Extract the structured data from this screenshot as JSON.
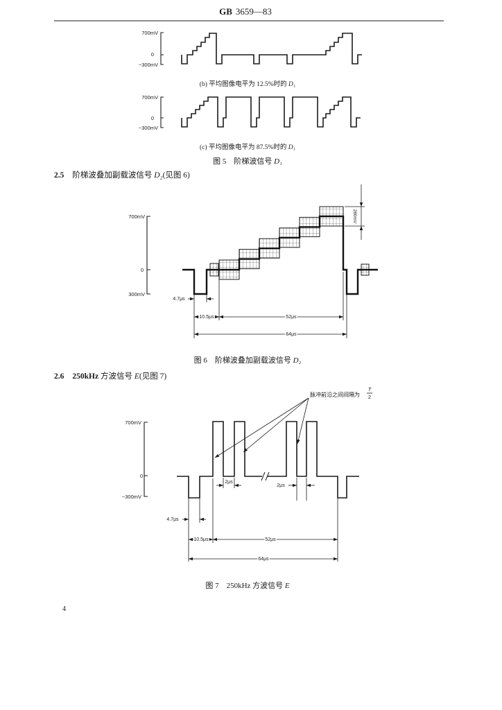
{
  "header": {
    "prefix": "GB",
    "number": "3659—83"
  },
  "figure5": {
    "panel_b": {
      "levels": {
        "white": "700mV",
        "zero": "0",
        "sync": "−300mV"
      },
      "caption": {
        "text": "(b) 平均图像电平为 12.5%时的 ",
        "symbol": "D₁"
      }
    },
    "panel_c": {
      "levels": {
        "white": "700mV",
        "zero": "0",
        "sync": "−300mV"
      },
      "caption": {
        "text": "(c) 平均图像电平为 87.5%时的 ",
        "symbol": "D₁"
      }
    },
    "title": {
      "text": "图 5　阶梯波信号 ",
      "symbol": "D₁"
    }
  },
  "section_2_5": {
    "number": "2.5",
    "title": "阶梯波叠加副载波信号 ",
    "symbol": "D₂",
    "reference": "(见图 6)"
  },
  "figure6": {
    "levels": {
      "white": "700mV",
      "zero": "0",
      "sync": "300mV"
    },
    "subcarrier_amplitude": "280mV",
    "durations": {
      "sync": "4.7μs",
      "start_of_active": "10.5μs",
      "active": "52μs",
      "line": "64μs"
    },
    "caption": {
      "text": "图 6　阶梯波叠加副载波信号 ",
      "symbol": "D₂"
    }
  },
  "section_2_6": {
    "number": "2.6",
    "frequency": "250kHz",
    "title": " 方波信号 ",
    "symbol": "E",
    "reference": "(见图 7)"
  },
  "figure7": {
    "levels": {
      "white": "700mV",
      "zero": "0",
      "sync": "−300mV"
    },
    "annotation": {
      "text": "脉冲前沿之间间隔为",
      "numerator": "T",
      "denominator": "2"
    },
    "pulse_widths": [
      "2μs",
      "2μs"
    ],
    "durations": {
      "sync": "4.7μs",
      "start_of_active": "10.5μs",
      "active": "52μs",
      "line": "64μs"
    },
    "caption": {
      "text": "图 7　250kHz 方波信号 ",
      "symbol": "E"
    }
  },
  "page_number": "4"
}
